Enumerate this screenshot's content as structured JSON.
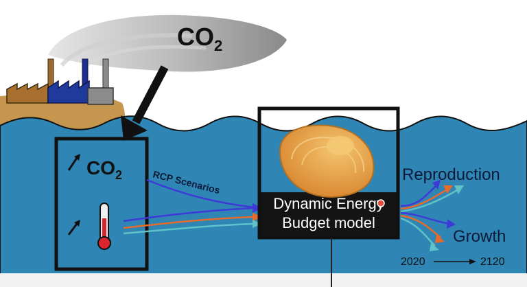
{
  "colors": {
    "ocean": "#2f86b5",
    "ocean_dark": "#1f6f9c",
    "land": "#c6964f",
    "clam": "#e9a64a",
    "box": "#111111",
    "model_box": "#141414",
    "arrow_blue": "#3d3ad6",
    "arrow_orange": "#e86a2a",
    "arrow_teal": "#5fc2c8",
    "thermo_red": "#d9262e"
  },
  "labels": {
    "co2_cloud": "CO",
    "co2_cloud_sub": "2",
    "co2_ocean": "CO",
    "co2_ocean_sub": "2",
    "rcp": "RCP Scenarios",
    "model_line1": "Dynamic Energy",
    "model_line2": "Budget model",
    "reproduction": "Reproduction",
    "growth": "Growth",
    "year_start": "2020",
    "year_end": "2120"
  },
  "icons": {
    "factory": "factory-icon",
    "smoke": "smoke-plume-icon",
    "thermometer": "thermometer-icon",
    "clam": "clam-shell-icon",
    "up_arrow": "up-arrow-icon"
  }
}
